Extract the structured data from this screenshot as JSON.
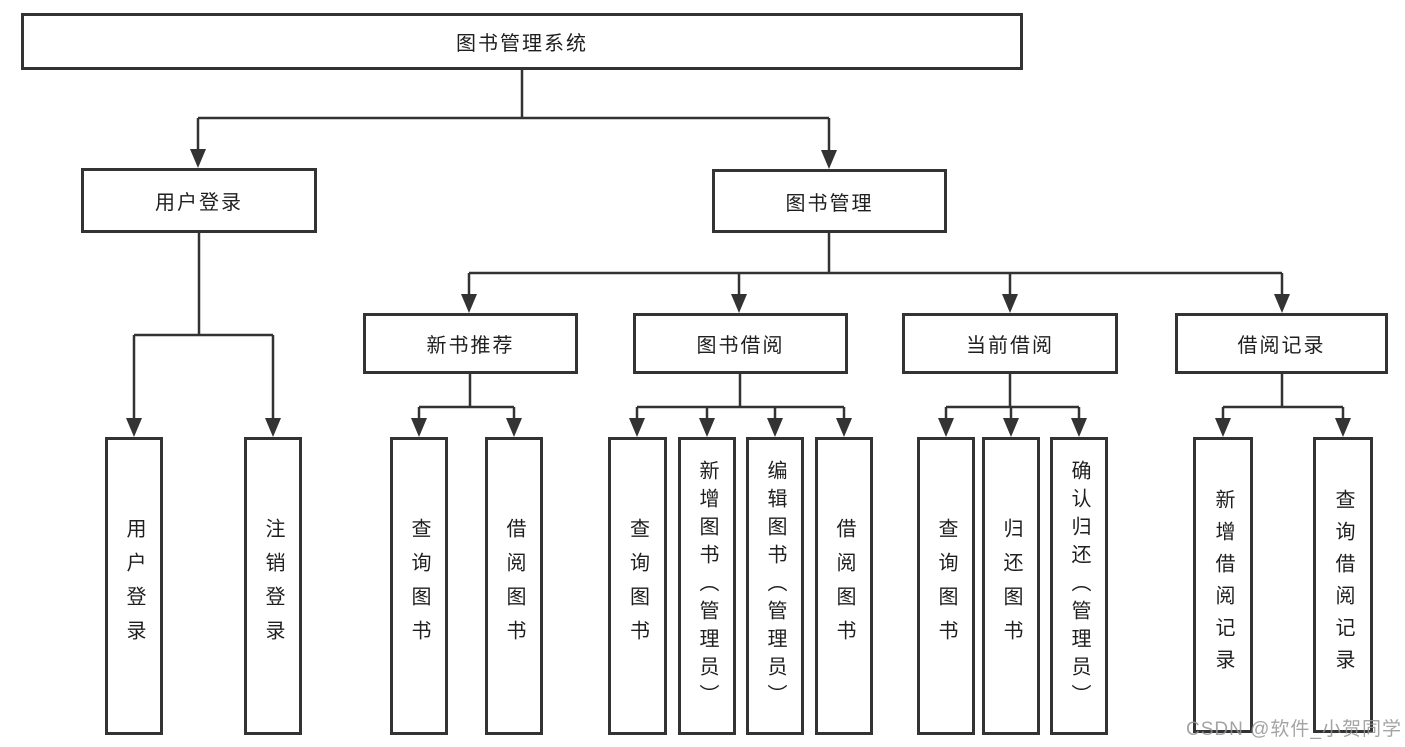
{
  "tree": {
    "label": "图书管理系统",
    "children": [
      {
        "label": "用户登录",
        "children": [
          {
            "label": "用户登录"
          },
          {
            "label": "注销登录"
          }
        ]
      },
      {
        "label": "图书管理",
        "children": [
          {
            "label": "新书推荐",
            "children": [
              {
                "label": "查询图书"
              },
              {
                "label": "借阅图书"
              }
            ]
          },
          {
            "label": "图书借阅",
            "children": [
              {
                "label": "查询图书"
              },
              {
                "label": "新增图书（管理员）"
              },
              {
                "label": "编辑图书（管理员）"
              },
              {
                "label": "借阅图书"
              }
            ]
          },
          {
            "label": "当前借阅",
            "children": [
              {
                "label": "查询图书"
              },
              {
                "label": "归还图书"
              },
              {
                "label": "确认归还（管理员）"
              }
            ]
          },
          {
            "label": "借阅记录",
            "children": [
              {
                "label": "新增借阅记录"
              },
              {
                "label": "查询借阅记录"
              }
            ]
          }
        ]
      }
    ]
  },
  "watermark": "CSDN @软件_小贺同学",
  "colors": {
    "line": "#333333",
    "text": "#1f1f1f",
    "watermark": "#949494",
    "background": "#ffffff"
  }
}
